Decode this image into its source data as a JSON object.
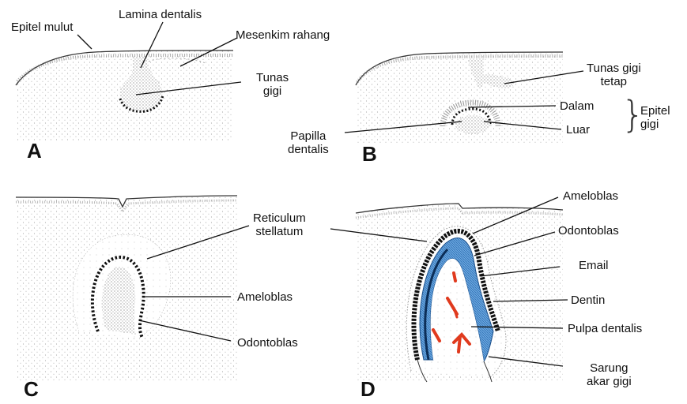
{
  "panels": {
    "a": {
      "letter": "A",
      "labels": {
        "epitel_mulut": "Epitel mulut",
        "lamina_dentalis": "Lamina dentalis",
        "mesenkim_rahang": "Mesenkim rahang",
        "tunas_gigi": "Tunas\ngigi"
      }
    },
    "b": {
      "letter": "B",
      "labels": {
        "tunas_gigi_tetap": "Tunas gigi\ntetap",
        "dalam": "Dalam",
        "luar": "Luar",
        "epitel_gigi": "Epitel\ngigi",
        "papilla_dentalis": "Papilla\ndentalis"
      }
    },
    "c": {
      "letter": "C",
      "labels": {
        "reticulum_stellatum": "Reticulum\nstellatum",
        "ameloblas": "Ameloblas",
        "odontoblas": "Odontoblas"
      }
    },
    "d": {
      "letter": "D",
      "labels": {
        "ameloblas": "Ameloblas",
        "odontoblas": "Odontoblas",
        "email": "Email",
        "dentin": "Dentin",
        "pulpa_dentalis": "Pulpa dentalis",
        "sarung_akar_gigi": "Sarung\nakar gigi"
      }
    }
  },
  "colors": {
    "ink": "#111111",
    "stipple": "#9a9a9a",
    "dentin_blue": "#4a8fd0",
    "vessel_red": "#e03a1e"
  }
}
